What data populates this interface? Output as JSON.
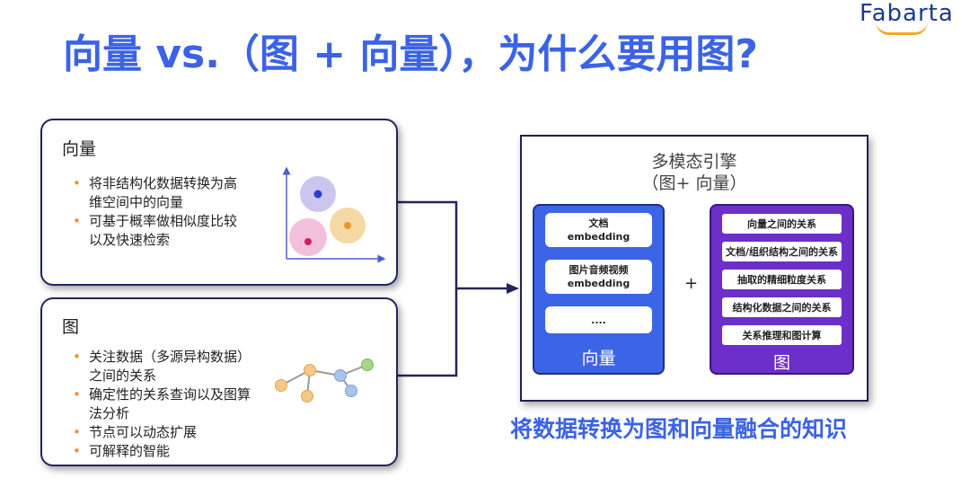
{
  "logo": {
    "text": "Fabarta"
  },
  "title": "向量 vs.（图 + 向量），为什么要用图?",
  "vector_card": {
    "title": "向量",
    "bullets": [
      "将非结构化数据转换为高",
      "维空间中的向量",
      "可基于概率做相似度比较",
      "以及快速检索"
    ]
  },
  "graph_card": {
    "title": "图",
    "bullets": [
      "关注数据（多源异构数据）",
      "之间的关系",
      "确定性的关系查询以及图算",
      "法分析",
      "节点可以动态扩展",
      "可解释的智能"
    ]
  },
  "engine": {
    "title_line1": "多模态引擎",
    "title_line2": "（图+  向量）",
    "plus": "+",
    "vector_panel": {
      "items": [
        {
          "line1": "文档",
          "line2": "embedding"
        },
        {
          "line1": "图片音频视频",
          "line2": "embedding"
        },
        {
          "line1": "....",
          "line2": ""
        }
      ],
      "label": "向量"
    },
    "graph_panel": {
      "items": [
        "向量之间的关系",
        "文档/组织结构之间的关系",
        "抽取的精细粒度关系",
        "结构化数据之间的关系",
        "关系推理和图计算"
      ],
      "label": "图"
    }
  },
  "caption": "将数据转换为图和向量融合的知识",
  "colors": {
    "accent_blue": "#3b63e6",
    "bullet_orange": "#e8942c",
    "graph_purple": "#6c2fc8",
    "vector_blue": "#3c64e6"
  }
}
